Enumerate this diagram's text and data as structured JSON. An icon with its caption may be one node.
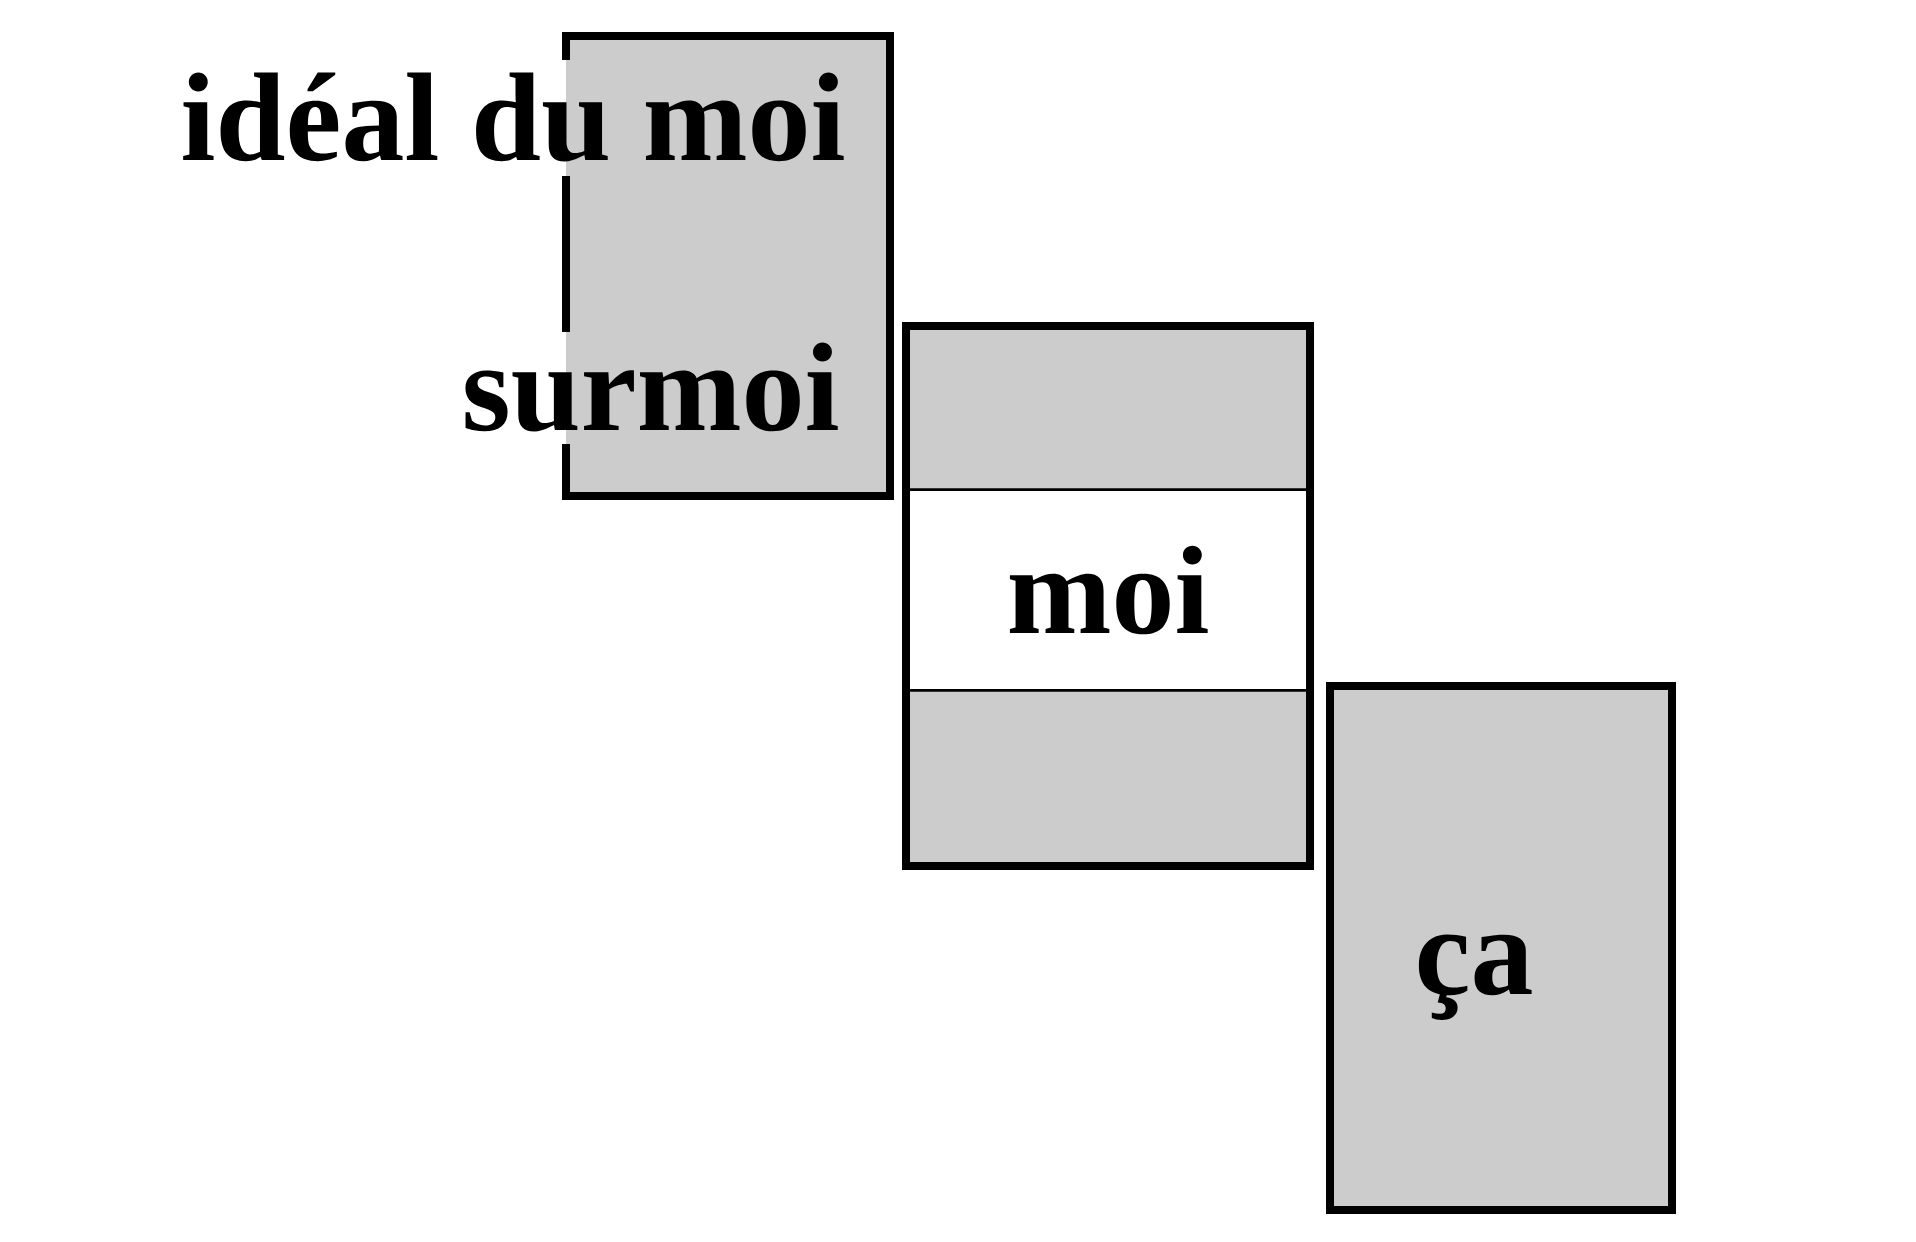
{
  "diagram": {
    "nodes": [
      {
        "text": [
          "idéal du moi",
          "surmoi"
        ]
      },
      {
        "text": [],
        "shape": "box"
      },
      {
        "text": [
          "moi"
        ],
        "in": 1
      },
      {
        "text": [
          "ça"
        ]
      }
    ]
  }
}
